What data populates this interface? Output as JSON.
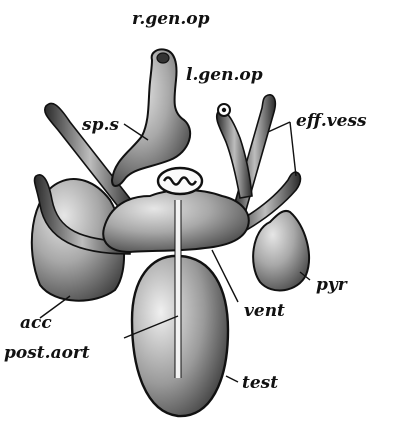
{
  "figure": {
    "labels": {
      "r_gen_op": "r.gen.op",
      "l_gen_op": "l.gen.op",
      "sp_s": "sp.s",
      "eff_vess": "eff.vess",
      "pyr": "pyr",
      "acc": "acc",
      "vent": "vent",
      "post_aort": "post.aort",
      "test": "test"
    },
    "colors": {
      "ink": "#111111",
      "tissue": "#6e6e6e",
      "tissue_light": "#d9d9d9",
      "background": "#ffffff"
    }
  }
}
